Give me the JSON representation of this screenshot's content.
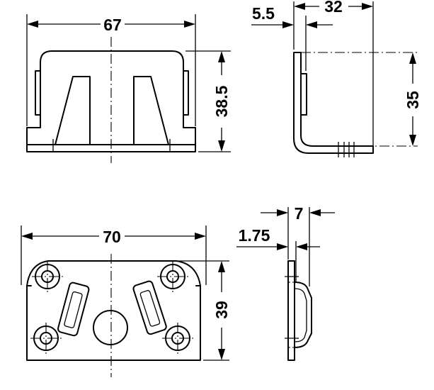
{
  "dimensions": {
    "top_width": "67",
    "top_height": "38.5",
    "side_offset": "5.5",
    "side_depth": "32",
    "side_height": "35",
    "bottom_width": "70",
    "bottom_height": "39",
    "edge_offset": "1.75",
    "thickness": "7"
  }
}
